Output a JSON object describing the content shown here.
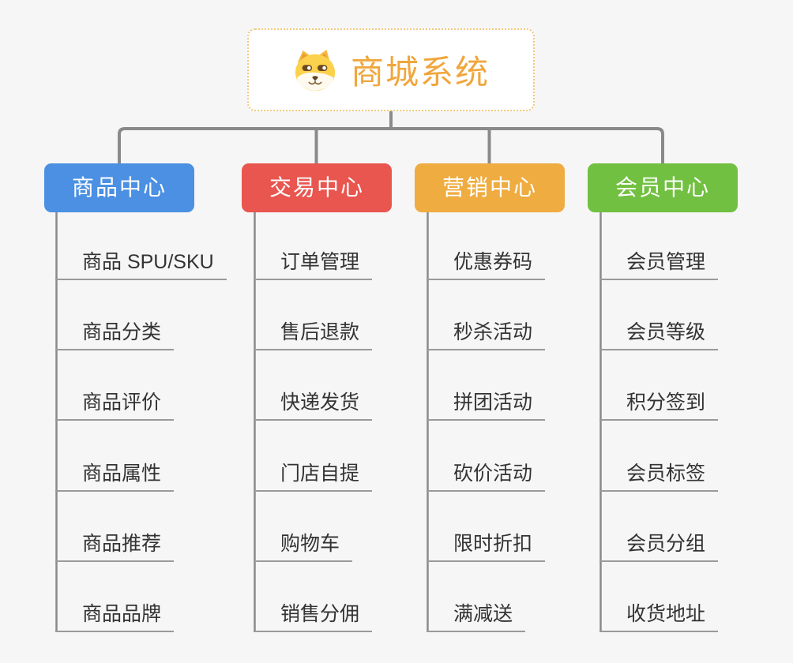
{
  "background_color": "#f6f6f6",
  "connector_color": "#8a8a8a",
  "underline_color": "#9a9a9a",
  "root": {
    "title": "商城系统",
    "icon": "dog-icon",
    "title_color": "#f0a63c",
    "border_color": "#f2c77d"
  },
  "branches": [
    {
      "label": "商品中心",
      "color": "#4b90e2",
      "items": [
        "商品 SPU/SKU",
        "商品分类",
        "商品评价",
        "商品属性",
        "商品推荐",
        "商品品牌"
      ]
    },
    {
      "label": "交易中心",
      "color": "#e8564f",
      "items": [
        "订单管理",
        "售后退款",
        "快递发货",
        "门店自提",
        "购物车",
        "销售分佣"
      ]
    },
    {
      "label": "营销中心",
      "color": "#efac41",
      "items": [
        "优惠券码",
        "秒杀活动",
        "拼团活动",
        "砍价活动",
        "限时折扣",
        "满减送"
      ]
    },
    {
      "label": "会员中心",
      "color": "#72c041",
      "items": [
        "会员管理",
        "会员等级",
        "积分签到",
        "会员标签",
        "会员分组",
        "收货地址"
      ]
    }
  ]
}
